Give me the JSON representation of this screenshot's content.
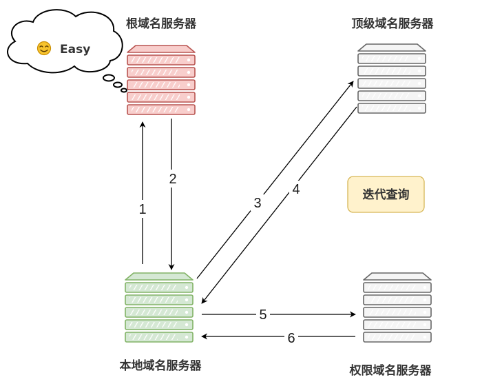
{
  "servers": {
    "root": {
      "label": "根域名服务器",
      "fill": "#f8cecc",
      "stroke": "#b85450"
    },
    "tld": {
      "label": "顶级域名服务器",
      "fill": "#f5f5f5",
      "stroke": "#666666"
    },
    "local": {
      "label": "本地域名服务器",
      "fill": "#d5e8d4",
      "stroke": "#82b366"
    },
    "authoritative": {
      "label": "权限域名服务器",
      "fill": "#f5f5f5",
      "stroke": "#666666"
    }
  },
  "steps": [
    "1",
    "2",
    "3",
    "4",
    "5",
    "6"
  ],
  "cloud": {
    "emoji": "😊",
    "text": "Easy"
  },
  "tag": {
    "text": "迭代查询",
    "fill": "#fff2cc",
    "stroke": "#d6b656"
  }
}
